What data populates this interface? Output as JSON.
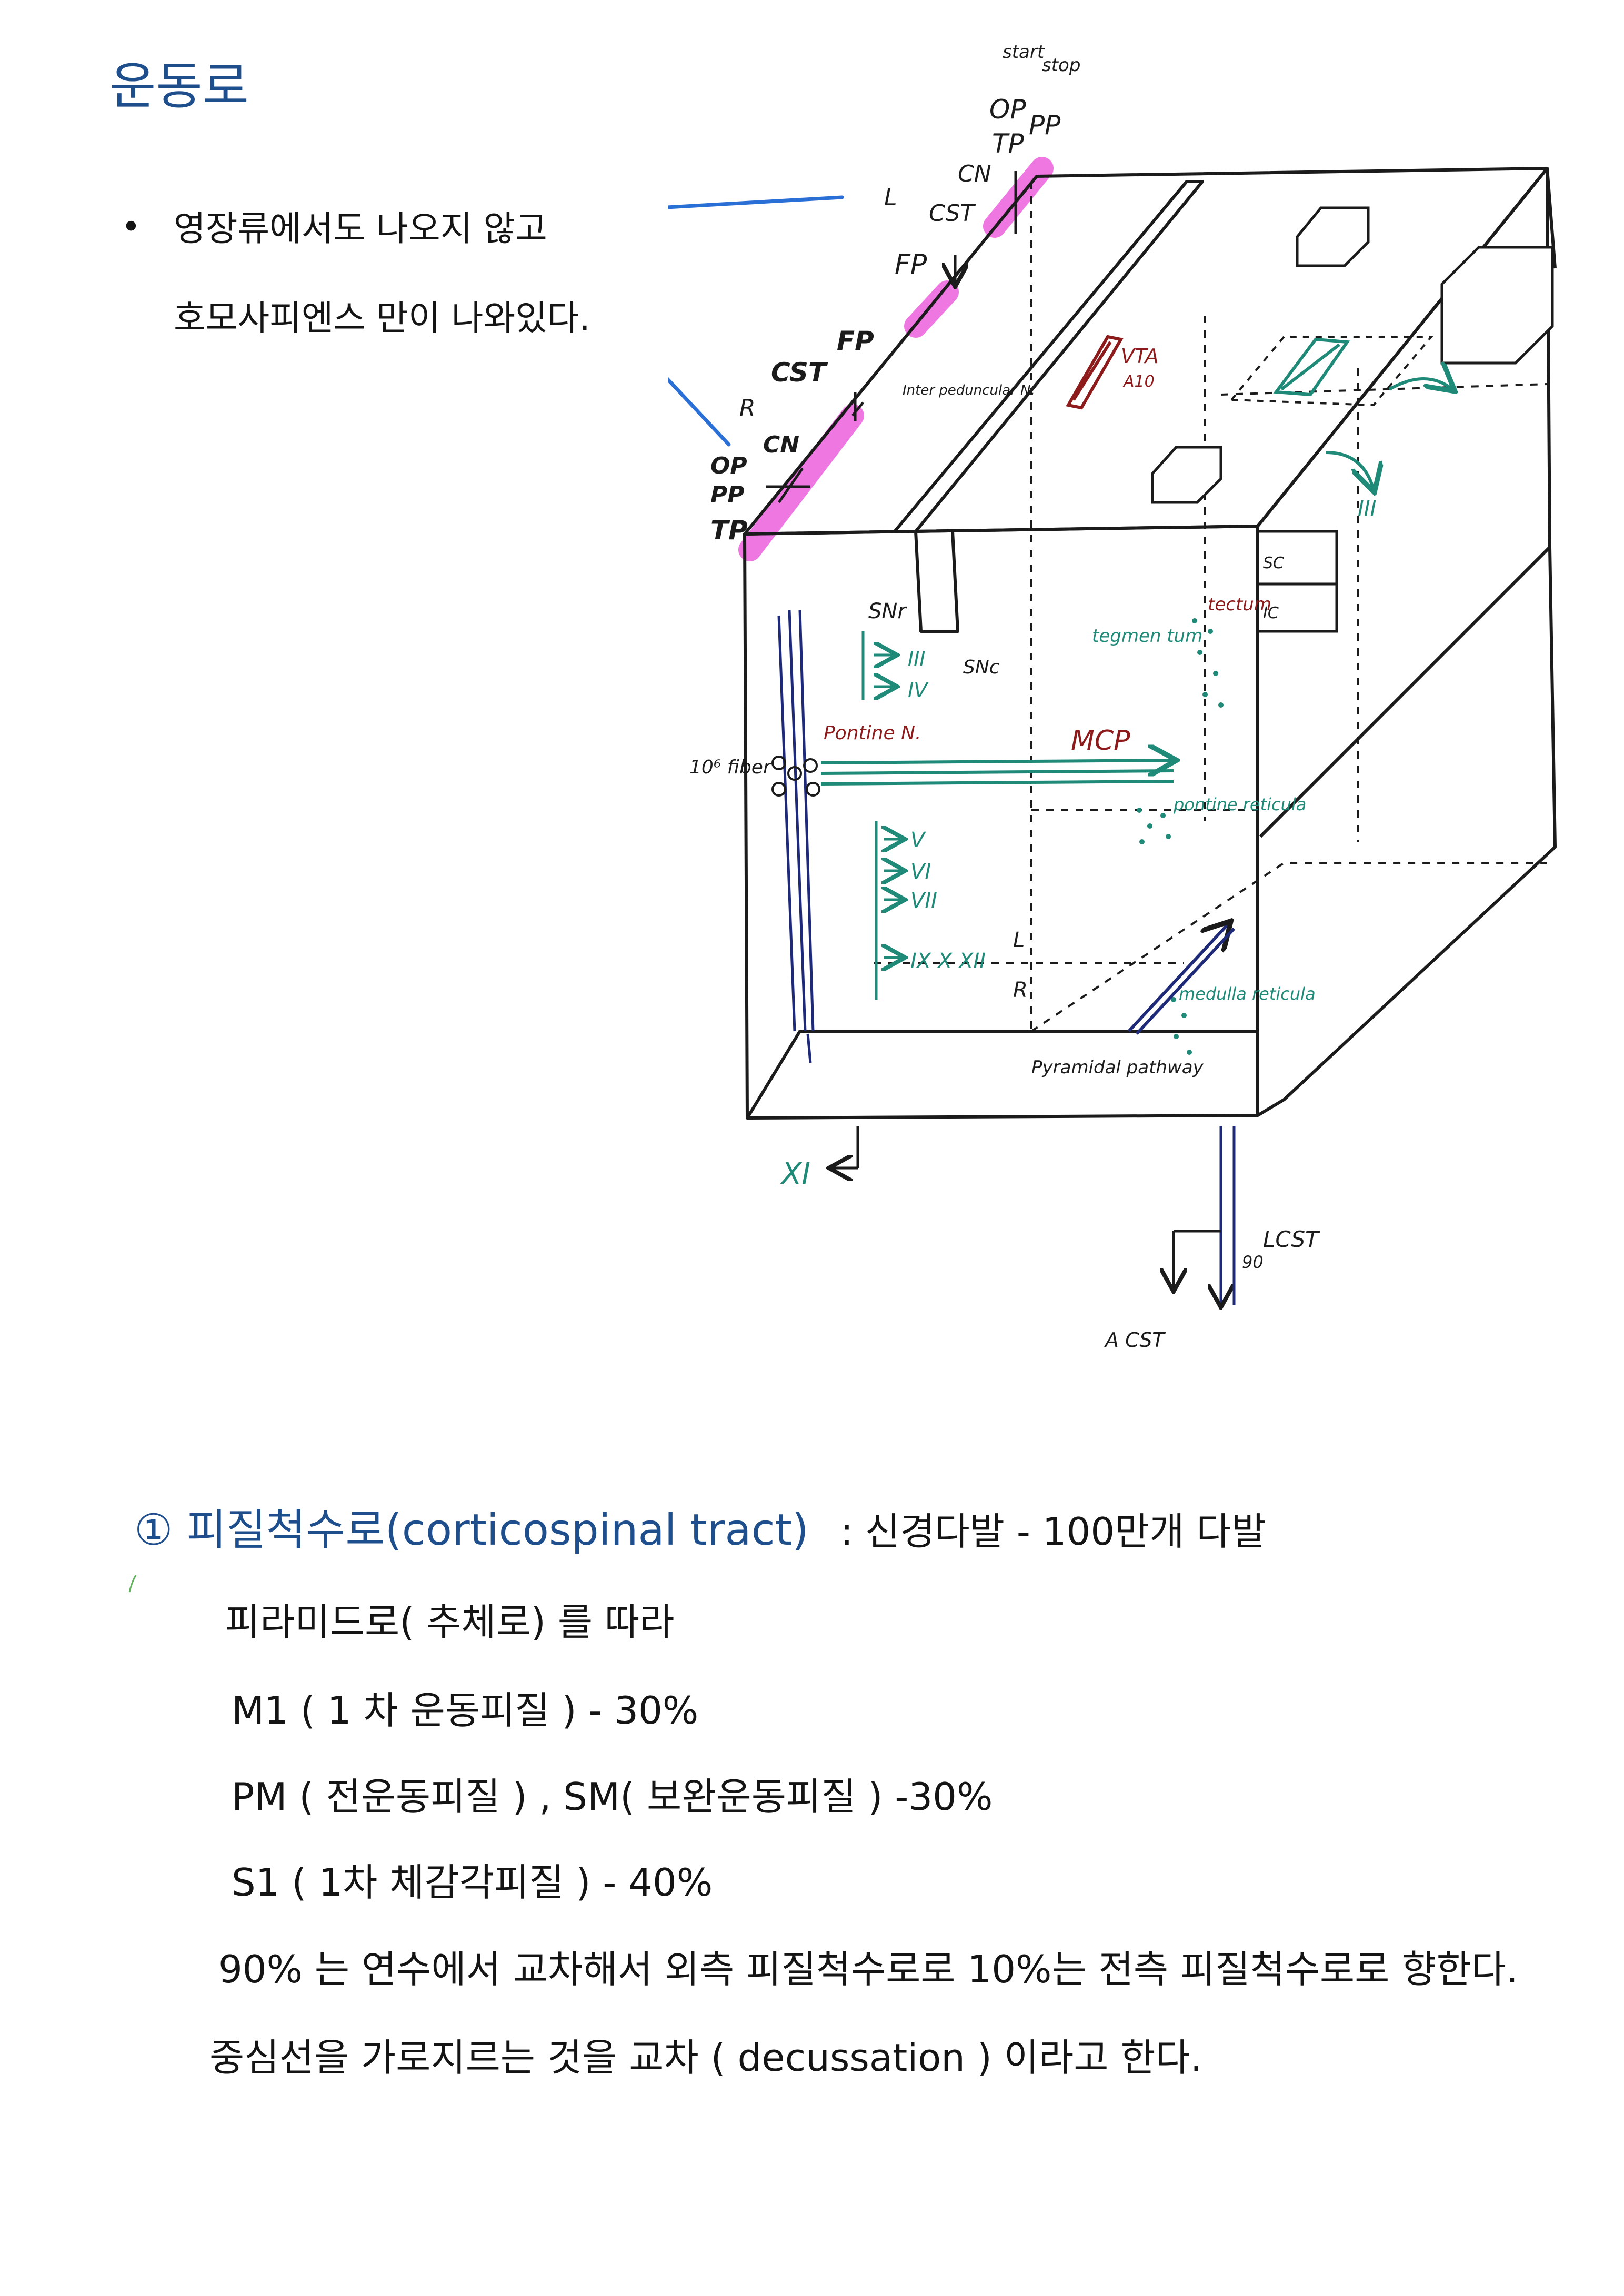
{
  "page": {
    "title": "운동로",
    "bullet": {
      "line1": "영장류에서도 나오지 않고",
      "line2": "호모사피엔스 만이 나와있다."
    }
  },
  "diagram": {
    "labels": {
      "start": "start",
      "stop": "stop",
      "op_top": "OP",
      "pp_top": "PP",
      "tp_top": "TP",
      "cn_top": "CN",
      "cst_top": "CST",
      "l_top": "L",
      "fp_top": "FP",
      "r_left": "R",
      "cst_left": "CST",
      "fp_left": "FP",
      "cn_left": "CN",
      "op_left": "OP",
      "pp_left": "PP",
      "tp_left": "TP",
      "inter_peduncular": "Inter peduncular N.",
      "vta": "VTA",
      "a10": "A10",
      "iii_out": "III",
      "sc": "SC",
      "ic": "IC",
      "tectum": "tectum",
      "snr": "SNr",
      "snc": "SNc",
      "tegmentum": "tegmen tum",
      "n_iii": "III",
      "n_iv": "IV",
      "pontine_n": "Pontine N.",
      "fiber": "10⁶ fiber",
      "mcp": "MCP",
      "pontine_reticula": "pontine reticula",
      "n_v": "V",
      "n_vi": "VI",
      "n_vii": "VII",
      "n_ix": "IX X XII",
      "l_mid": "L",
      "r_mid": "R",
      "medulla_reticula": "medulla reticula",
      "pyramidal": "Pyramidal pathway",
      "xi": "XI",
      "lcst": "LCST",
      "ninety": "90",
      "acst": "A CST"
    },
    "colors": {
      "ink": "#1b1b1b",
      "teal": "#1f8a78",
      "red": "#8e1b1b",
      "navy": "#1e2a78",
      "highlight": "#e84ad8",
      "blue_arrow": "#2a6fd6"
    }
  },
  "section": {
    "heading": "① 피질척수로(corticospinal tract)",
    "note": ": 신경다발 - 100만개 다발",
    "lines": [
      "피라미드로( 추체로) 를 따라",
      "M1 ( 1 차 운동피질 ) - 30%",
      "PM ( 전운동피질 ) , SM( 보완운동피질 ) -30%",
      "S1 ( 1차 체감각피질 )  - 40%",
      "90% 는 연수에서 교차해서 외측 피질척수로로 10%는 전측 피질척수로로 향한다.",
      "중심선을 가로지르는 것을 교차 ( decussation )  이라고 한다."
    ]
  }
}
